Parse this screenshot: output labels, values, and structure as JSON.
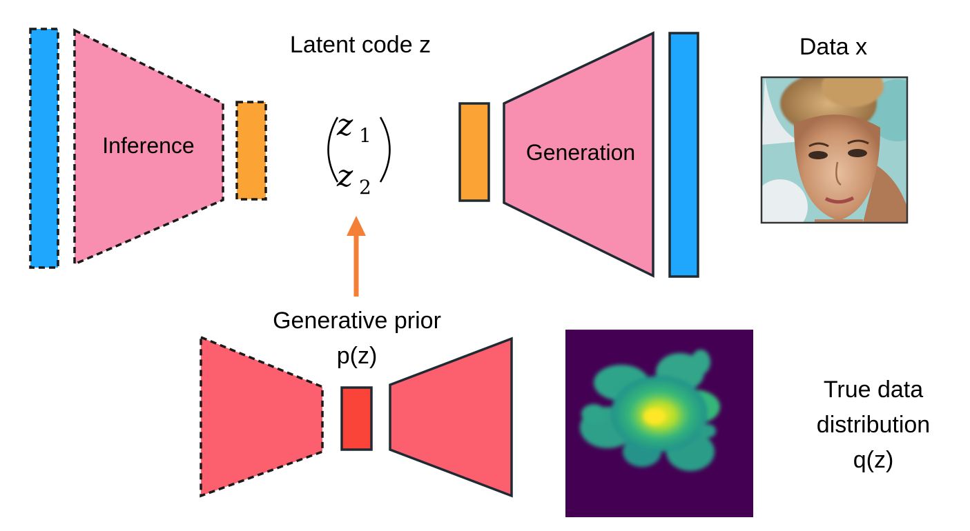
{
  "labels": {
    "latent_code": "Latent code z",
    "data_x": "Data x",
    "inference": "Inference",
    "generation": "Generation",
    "prior_line1": "Generative prior",
    "prior_line2": "p(z)",
    "true_line1": "True data",
    "true_line2": "distribution",
    "true_line3": "q(z)"
  },
  "math": {
    "z1_var": "z",
    "z1_sub": "1",
    "z2_var": "z",
    "z2_sub": "2"
  },
  "colors": {
    "blue": "#1ea7fd",
    "pink": "#f98fb0",
    "orange": "#fba335",
    "red": "#fc5f6e",
    "red_dark": "#fb4439",
    "arrow": "#f47f36",
    "heatmap_bg": "#440154"
  },
  "icons": {
    "face_photo": "face-photo-image",
    "density_plot": "density-heatmap-image"
  }
}
